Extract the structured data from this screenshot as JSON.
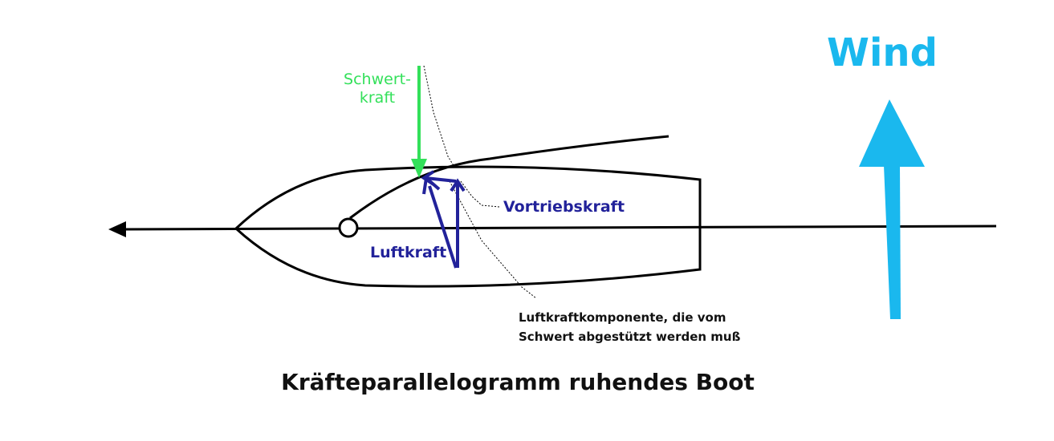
{
  "labels": {
    "wind": "Wind",
    "schwertkraft_line1": "Schwert-",
    "schwertkraft_line2": "kraft",
    "vortriebskraft": "Vortriebskraft",
    "luftkraft": "Luftkraft",
    "luftkraftkomponente_line1": "Luftkraftkomponente, die vom",
    "luftkraftkomponente_line2": "Schwert abgestützt werden muß",
    "title": "Kräfteparallelogramm ruhendes Boot"
  },
  "colors": {
    "outline": "#000000",
    "wind": "#1ab8ee",
    "schwertkraft": "#33e05a",
    "luft_forces": "#22229a",
    "text": "#111111"
  }
}
